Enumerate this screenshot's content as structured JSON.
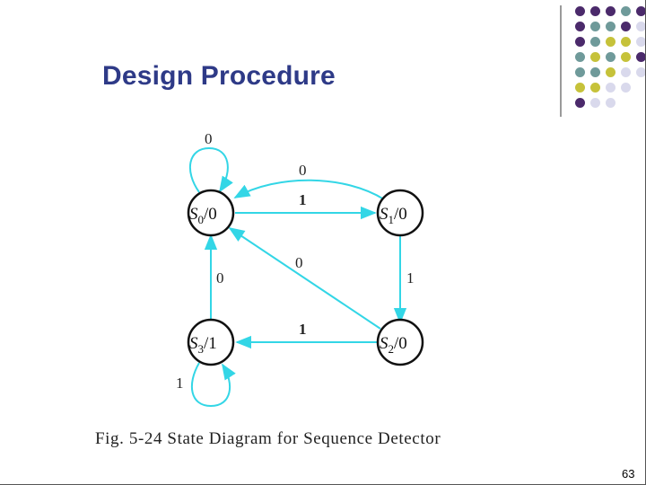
{
  "slide": {
    "title": "Design Procedure",
    "page_number": "63",
    "caption": "Fig. 5-24  State Diagram for Sequence Detector"
  },
  "decoration": {
    "dot_colors": {
      "purple": "#4b2a6b",
      "teal": "#6f9a9a",
      "yellow": "#c6c23a",
      "lavender": "#d9d9ec"
    },
    "dot_grid": [
      [
        "purple",
        "purple",
        "purple",
        "teal",
        "purple"
      ],
      [
        "purple",
        "teal",
        "teal",
        "purple",
        "lavender"
      ],
      [
        "purple",
        "teal",
        "yellow",
        "yellow",
        "lavender"
      ],
      [
        "teal",
        "yellow",
        "teal",
        "yellow",
        "purple"
      ],
      [
        "teal",
        "teal",
        "yellow",
        "lavender",
        "lavender"
      ],
      [
        "yellow",
        "yellow",
        "lavender",
        "lavender",
        ""
      ],
      [
        "purple",
        "lavender",
        "lavender",
        "",
        ""
      ]
    ]
  },
  "diagram": {
    "colors": {
      "arrow": "#33d6e6",
      "state_stroke": "#111111",
      "text": "#222222"
    },
    "states": [
      {
        "id": "s0",
        "name": "S",
        "sub": "0",
        "output": "/0"
      },
      {
        "id": "s1",
        "name": "S",
        "sub": "1",
        "output": "/0"
      },
      {
        "id": "s2",
        "name": "S",
        "sub": "2",
        "output": "/0"
      },
      {
        "id": "s3",
        "name": "S",
        "sub": "3",
        "output": "/1"
      }
    ],
    "transitions": [
      {
        "id": "s0-self",
        "from": "s0",
        "to": "s0",
        "label": "0"
      },
      {
        "id": "s1-to-s0",
        "from": "s1",
        "to": "s0",
        "label": "0"
      },
      {
        "id": "s0-to-s1",
        "from": "s0",
        "to": "s1",
        "label": "1"
      },
      {
        "id": "s2-to-s0",
        "from": "s2",
        "to": "s0",
        "label": "0"
      },
      {
        "id": "s3-to-s0",
        "from": "s3",
        "to": "s0",
        "label": "0"
      },
      {
        "id": "s1-to-s2",
        "from": "s1",
        "to": "s2",
        "label": "1"
      },
      {
        "id": "s2-to-s3",
        "from": "s2",
        "to": "s3",
        "label": "1"
      },
      {
        "id": "s3-self",
        "from": "s3",
        "to": "s3",
        "label": "1"
      }
    ]
  }
}
